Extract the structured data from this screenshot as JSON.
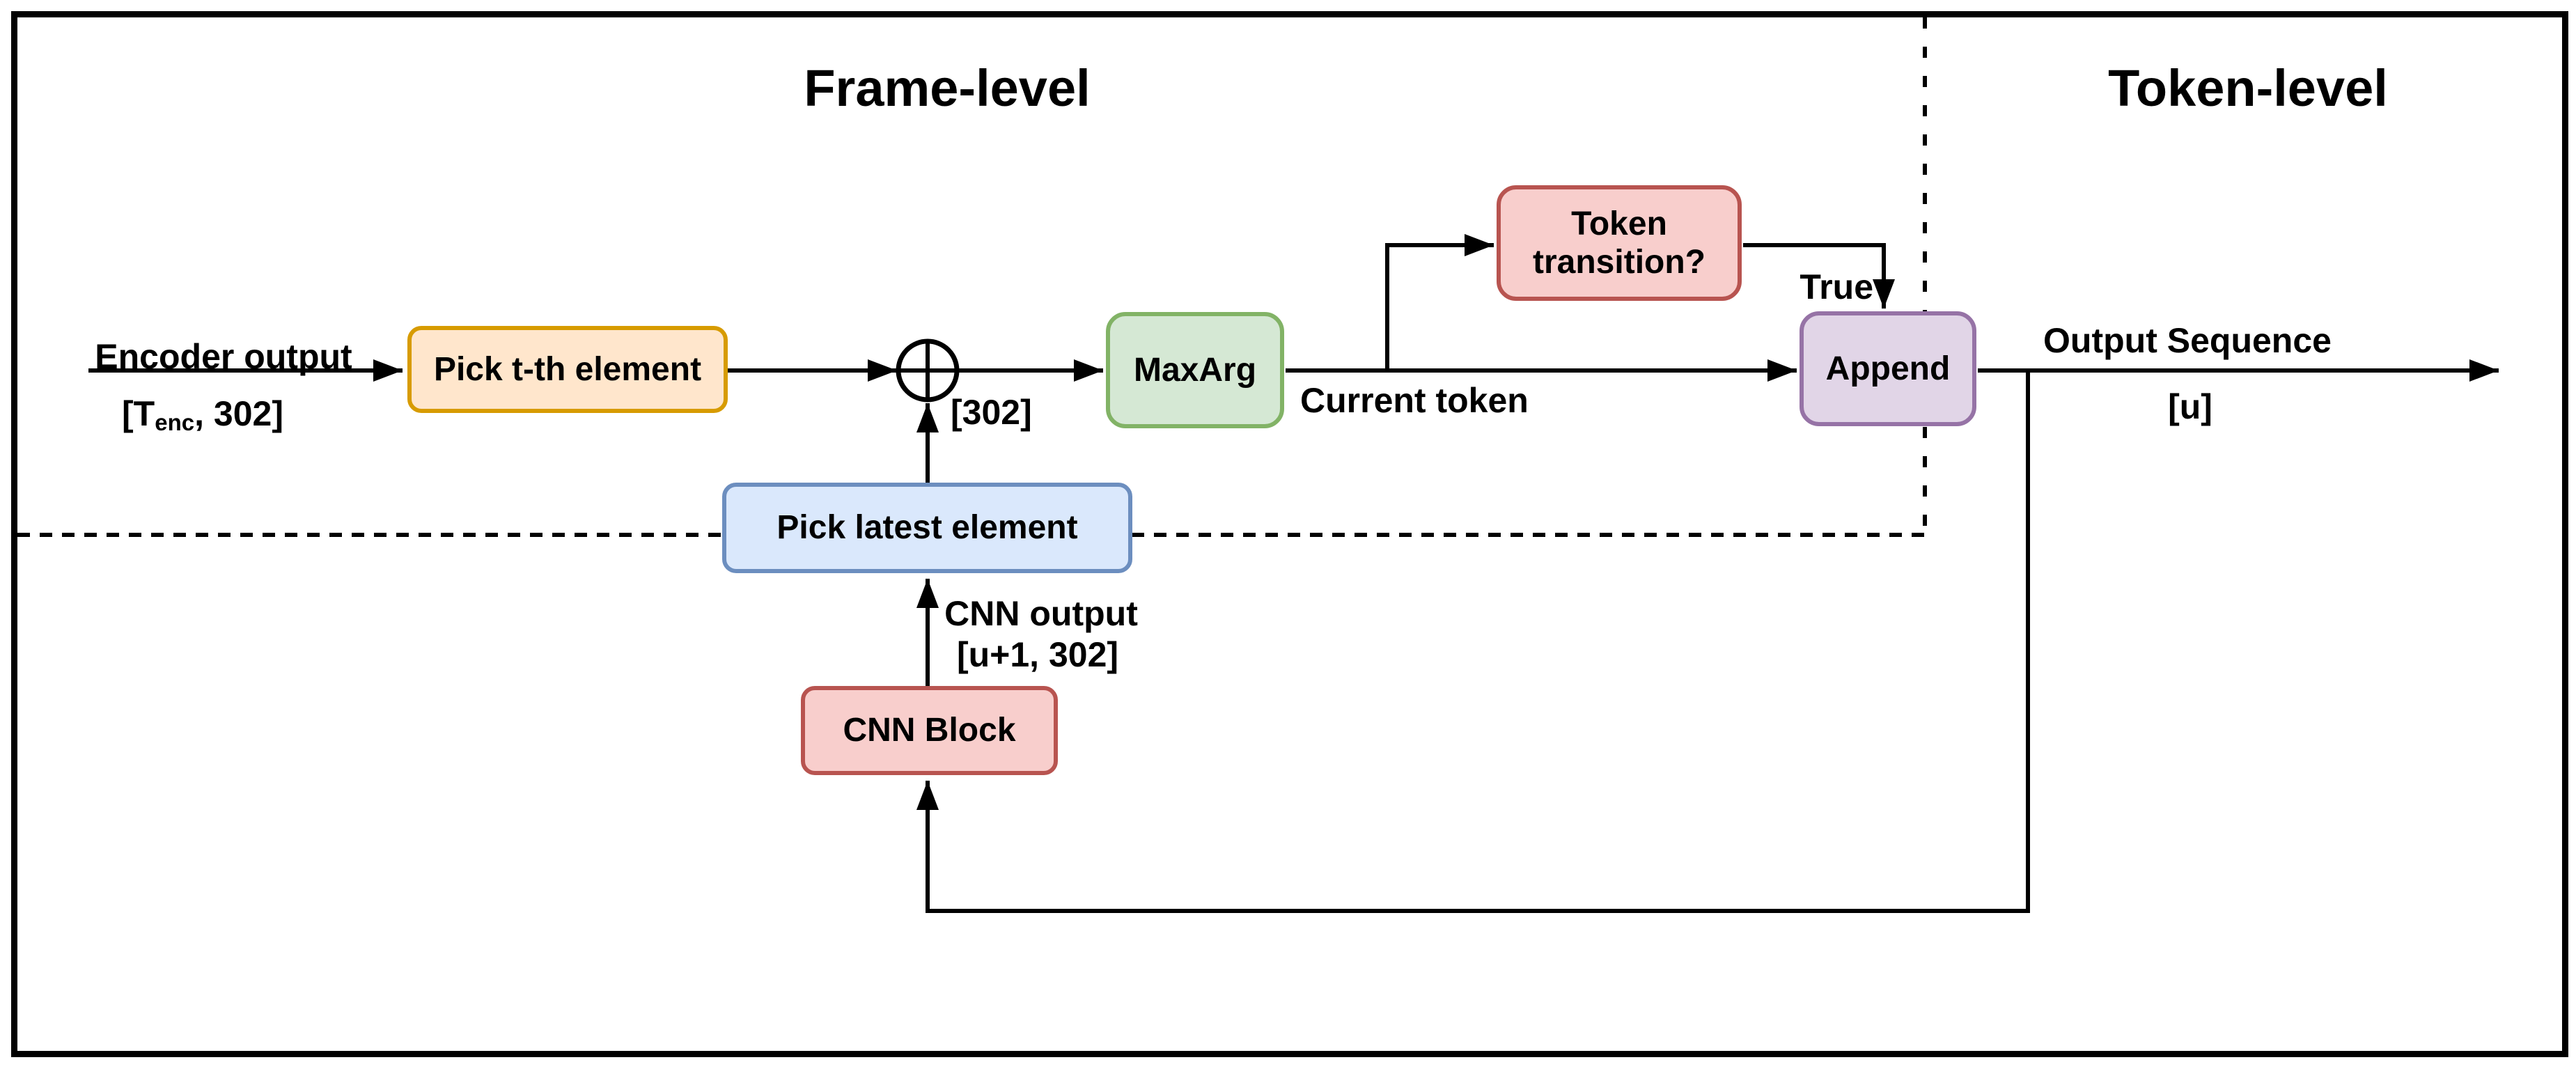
{
  "titles": {
    "frame_level": "Frame-level",
    "token_level": "Token-level"
  },
  "nodes": {
    "pick_tth": {
      "label": "Pick t-th element",
      "fill": "#FFE6CC",
      "stroke": "#D79B00"
    },
    "maxarg": {
      "label": "MaxArg",
      "fill": "#D5E8D4",
      "stroke": "#82B366"
    },
    "token_transition": {
      "label": "Token transition?",
      "fill": "#F8CECC",
      "stroke": "#B85450"
    },
    "append": {
      "label": "Append",
      "fill": "#E1D5E7",
      "stroke": "#9673A6"
    },
    "pick_latest": {
      "label": "Pick latest element",
      "fill": "#DAE8FC",
      "stroke": "#6C8EBF"
    },
    "cnn_block": {
      "label": "CNN Block",
      "fill": "#F8CECC",
      "stroke": "#B85450"
    }
  },
  "labels": {
    "encoder_output": "Encoder output",
    "encoder_dims_prefix": "[T",
    "encoder_dims_sub": "enc",
    "encoder_dims_suffix": ", 302]",
    "sum_dims": "[302]",
    "current_token": "Current token",
    "true_label": "True",
    "output_sequence": "Output Sequence",
    "output_dims": "[u]",
    "cnn_output": "CNN output",
    "cnn_dims": "[u+1, 302]"
  },
  "palette": {
    "line": "#000000",
    "background": "#FFFFFF"
  }
}
